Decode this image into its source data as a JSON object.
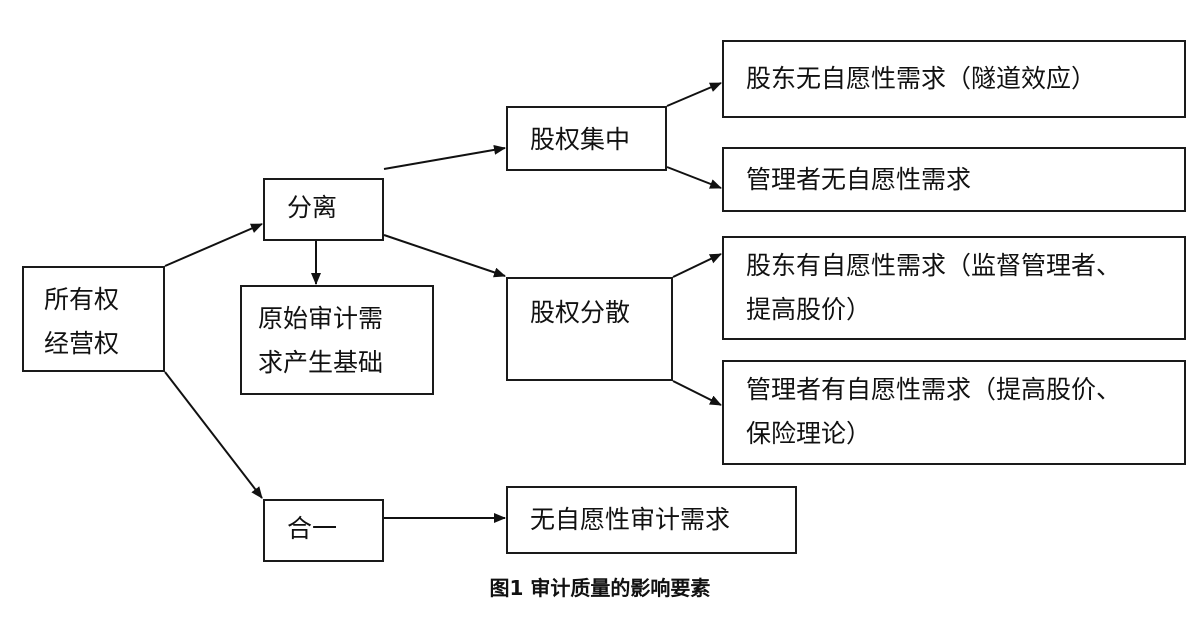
{
  "nodes": {
    "root": [
      "所有权",
      "经营权"
    ],
    "separation": "分离",
    "basis": [
      "原始审计需",
      "求产生基础"
    ],
    "concentration": "股权集中",
    "dispersion": "股权分散",
    "conc_shareholder": "股东无自愿性需求（隧道效应）",
    "conc_manager": "管理者无自愿性需求",
    "disp_shareholder": [
      "股东有自愿性需求（监督管理者、",
      "提高股价）"
    ],
    "disp_manager": [
      "管理者有自愿性需求（提高股价、",
      "保险理论）"
    ],
    "merge": "合一",
    "no_audit": "无自愿性审计需求"
  },
  "caption": "图1  审计质量的影响要素"
}
